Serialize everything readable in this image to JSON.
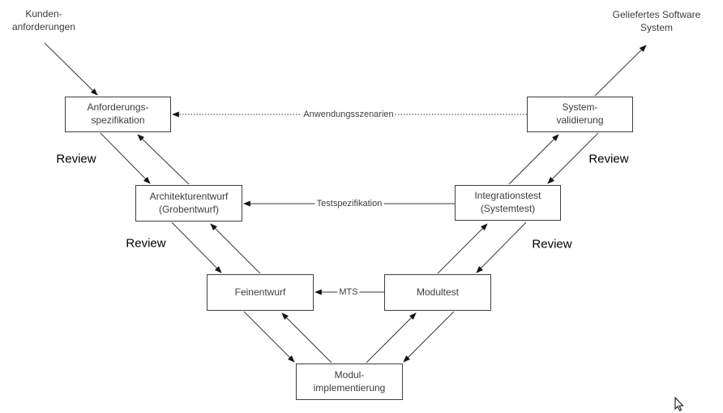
{
  "diagram_type": "v-model-software-process",
  "colors": {
    "box_border": "#404040",
    "box_text": "#3d3d3d",
    "review_text": "#000000",
    "arrow": "#383838"
  },
  "nodes": [
    {
      "id": "anforderungsspezifikation",
      "label": "Anforderungs-\nspezifikation"
    },
    {
      "id": "systemvalidierung",
      "label": "System-\nvalidierung"
    },
    {
      "id": "architekturentwurf",
      "label": "Architekturentwurf\n(Grobentwurf)"
    },
    {
      "id": "integrationstest",
      "label": "Integrationstest\n(Systemtest)"
    },
    {
      "id": "feinentwurf",
      "label": "Feinentwurf"
    },
    {
      "id": "modultest",
      "label": "Modultest"
    },
    {
      "id": "modulimplementierung",
      "label": "Modul-\nimplementierung"
    }
  ],
  "external_labels": {
    "input": "Kunden-\nanforderungen",
    "output": "Geliefertes Software\nSystem",
    "review": "Review"
  },
  "edge_labels": {
    "anwendungsszenarien": "Anwendungsszenarien",
    "testspezifikation": "Testspezifikation",
    "mts": "MTS"
  }
}
